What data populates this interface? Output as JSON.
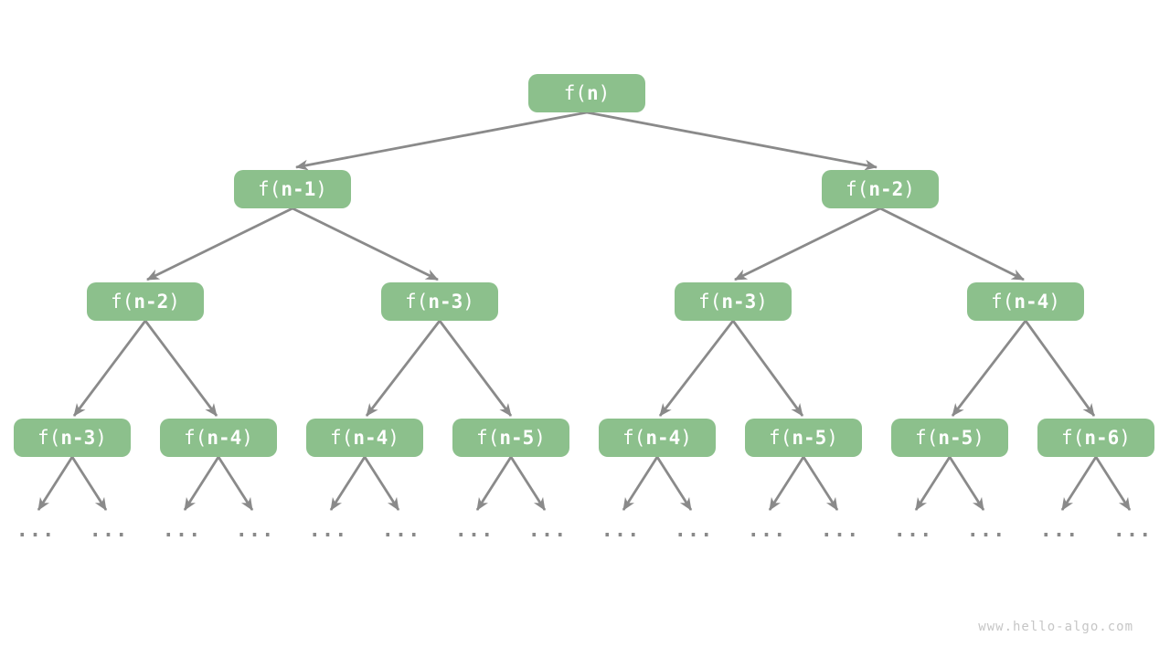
{
  "diagram": {
    "type": "recursion-tree",
    "ellipsis": "...",
    "watermark": "www.hello-algo.com",
    "colors": {
      "node_fill": "#8CC08C",
      "node_text": "#FFFFFF",
      "edge": "#8A8A8A",
      "ellipsis": "#8A8A8A",
      "watermark": "#C6C6C6"
    },
    "nodes": [
      {
        "level": 1,
        "prefix": "f(",
        "arg": "n",
        "suffix": ")"
      },
      {
        "level": 2,
        "prefix": "f(",
        "arg": "n-1",
        "suffix": ")"
      },
      {
        "level": 2,
        "prefix": "f(",
        "arg": "n-2",
        "suffix": ")"
      },
      {
        "level": 3,
        "prefix": "f(",
        "arg": "n-2",
        "suffix": ")"
      },
      {
        "level": 3,
        "prefix": "f(",
        "arg": "n-3",
        "suffix": ")"
      },
      {
        "level": 3,
        "prefix": "f(",
        "arg": "n-3",
        "suffix": ")"
      },
      {
        "level": 3,
        "prefix": "f(",
        "arg": "n-4",
        "suffix": ")"
      },
      {
        "level": 4,
        "prefix": "f(",
        "arg": "n-3",
        "suffix": ")"
      },
      {
        "level": 4,
        "prefix": "f(",
        "arg": "n-4",
        "suffix": ")"
      },
      {
        "level": 4,
        "prefix": "f(",
        "arg": "n-4",
        "suffix": ")"
      },
      {
        "level": 4,
        "prefix": "f(",
        "arg": "n-5",
        "suffix": ")"
      },
      {
        "level": 4,
        "prefix": "f(",
        "arg": "n-4",
        "suffix": ")"
      },
      {
        "level": 4,
        "prefix": "f(",
        "arg": "n-5",
        "suffix": ")"
      },
      {
        "level": 4,
        "prefix": "f(",
        "arg": "n-5",
        "suffix": ")"
      },
      {
        "level": 4,
        "prefix": "f(",
        "arg": "n-6",
        "suffix": ")"
      }
    ]
  }
}
